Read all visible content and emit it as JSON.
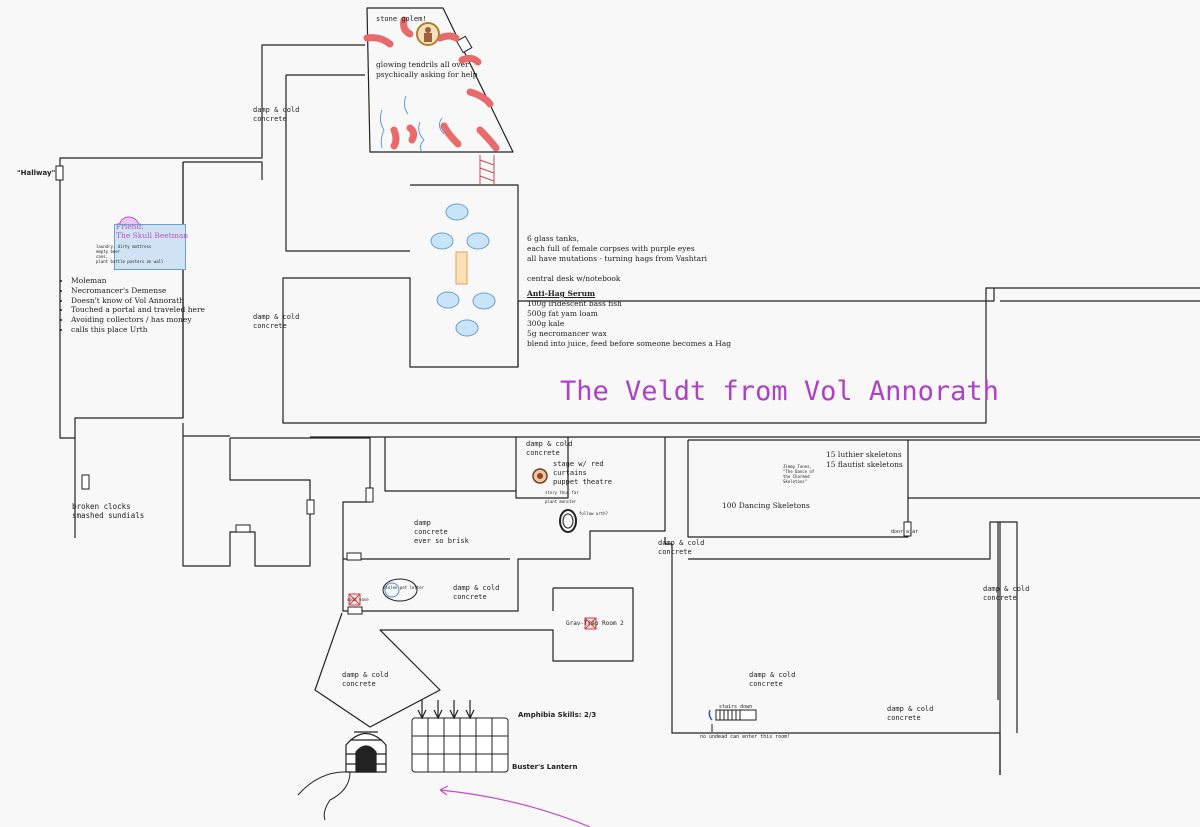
{
  "map_title": "The Veldt from Vol Annorath",
  "colors": {
    "title": "#b040c8",
    "walls": "#222222",
    "tendril": "#e86a6a",
    "water": "#7ab8e6",
    "arrow": "#c050c8"
  },
  "labels": {
    "stone_golem": "stone golem!",
    "glowing_1": "glowing tendrils all over",
    "glowing_2": "psychically asking for help",
    "damp_cold_concrete": "damp & cold\nconcrete",
    "hallway": "\"Hallway\"",
    "friend_1": "Friend:",
    "friend_2": "The Skull Beetman",
    "beet_note": "laundry, dirty mattress\nempty beer\ncans,\nplant bottle posters on wall",
    "tanks_1": "6 glass tanks,",
    "tanks_2": "each full of female corpses with purple eyes",
    "tanks_3": "all have mutations - turning hags from Vashtari",
    "desk": "central desk w/notebook",
    "serum_title": "Anti-Hag Serum",
    "serum_1": "100g iridescent bass fish",
    "serum_2": "500g fat yam loam",
    "serum_3": "300g kale",
    "serum_4": "5g necromancer wax",
    "serum_5": "blend into juice, feed before someone becomes a Hag",
    "broken_clocks": "broken clocks\nsmashed sundials",
    "damp_brisk": "damp\nconcrete\never so brisk",
    "stage": "stage w/ red\ncurtains\npuppet theatre",
    "stage_small_1": "story thus far",
    "stage_small_2": "plant monster",
    "follow": "follow urth?",
    "luthier": "15 luthier skeletons",
    "flautist": "15 flautist skeletons",
    "dancing": "100 Dancing Skeletons",
    "jimmy": "Jimmy Tones,\n\"The Dance of\nthe Charmed\nSkeletons\"",
    "grav_trap": "Grav-Trap Room 2",
    "door_ajar": "door ajar",
    "stairs_down": "stairs down",
    "no_undead": "no undead can enter this room!",
    "amphibia": "Amphibia Skills: 2/3",
    "busters": "Buster's Lantern",
    "hidden_note": "stolen pet letter",
    "spin_note": "spin vase"
  },
  "notes_list": [
    "Moleman",
    "Necromancer's Demense",
    "Doesn't know of Vol Annorath",
    "Touched a portal and traveled here",
    "Avoiding collectors / has money",
    "calls this place Urth"
  ],
  "amphibia_skills": {
    "current": 2,
    "max": 3
  }
}
